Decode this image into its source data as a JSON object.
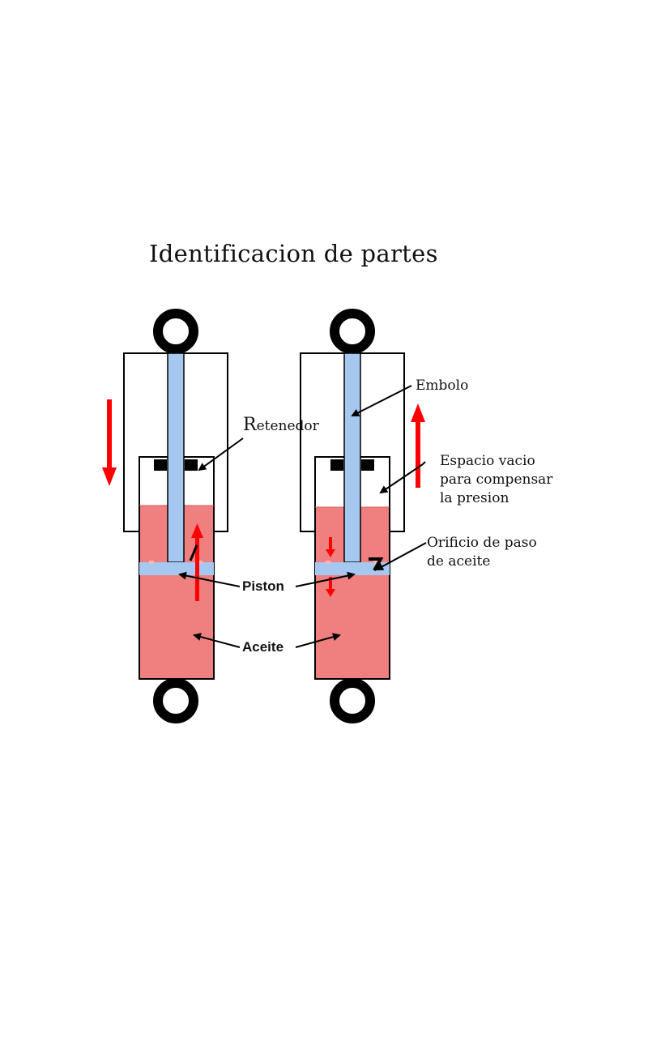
{
  "title": "Identificacion de partes",
  "labels": {
    "retenedor_initial": "R",
    "retenedor_rest": "etenedor",
    "embolo": "Embolo",
    "espacio_line1": "Espacio vacio",
    "espacio_line2": "para compensar",
    "espacio_line3": "la presion",
    "orificio_line1": "Orificio de paso",
    "orificio_line2": "de aceite",
    "piston": "Piston",
    "aceite": "Aceite"
  },
  "colors": {
    "oil": "#f08080",
    "rod": "#a6c8f0",
    "arrow": "#ff0000",
    "outline": "#000000"
  },
  "motion": {
    "left_shock": "compression",
    "right_shock": "extension"
  }
}
